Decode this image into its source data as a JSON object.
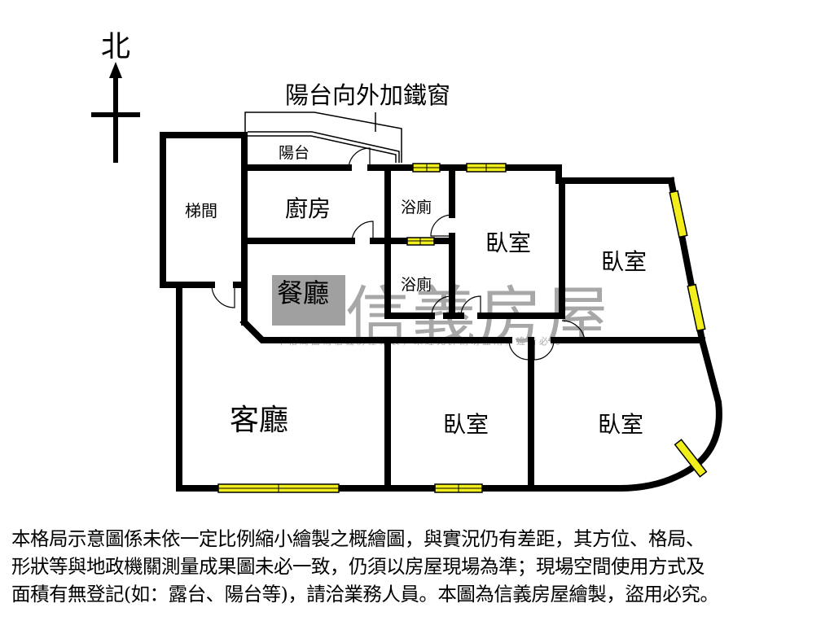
{
  "compass": {
    "north_label": "北"
  },
  "annotations": {
    "balcony_window_note": "陽台向外加鐵窗"
  },
  "rooms": {
    "balcony": "陽台",
    "stairwell": "梯間",
    "kitchen": "廚房",
    "dining": "餐廳",
    "bath_upper": "浴廁",
    "bath_lower": "浴廁",
    "bedroom_center": "臥室",
    "bedroom_east_upper": "臥室",
    "living": "客廳",
    "bedroom_south": "臥室",
    "bedroom_southeast": "臥室"
  },
  "watermark": {
    "brand": "信義房屋",
    "small_text": "本格局圖為信義房屋繪製，未經允許請勿盜用，違者必究"
  },
  "colors": {
    "wall": "#000000",
    "window": "#f2ee1c",
    "watermark": "#9e9e9e",
    "background": "#ffffff"
  },
  "disclaimer": {
    "line1": "本格局示意圖係未依一定比例縮小繪製之概繪圖，與實況仍有差距，其方位、格局、",
    "line2": "形狀等與地政機關測量成果圖未必一致，仍須以房屋現場為準；現場空間使用方式及",
    "line3": "面積有無登記(如：露台、陽台等)，請洽業務人員。本圖為信義房屋繪製，盜用必究。"
  }
}
